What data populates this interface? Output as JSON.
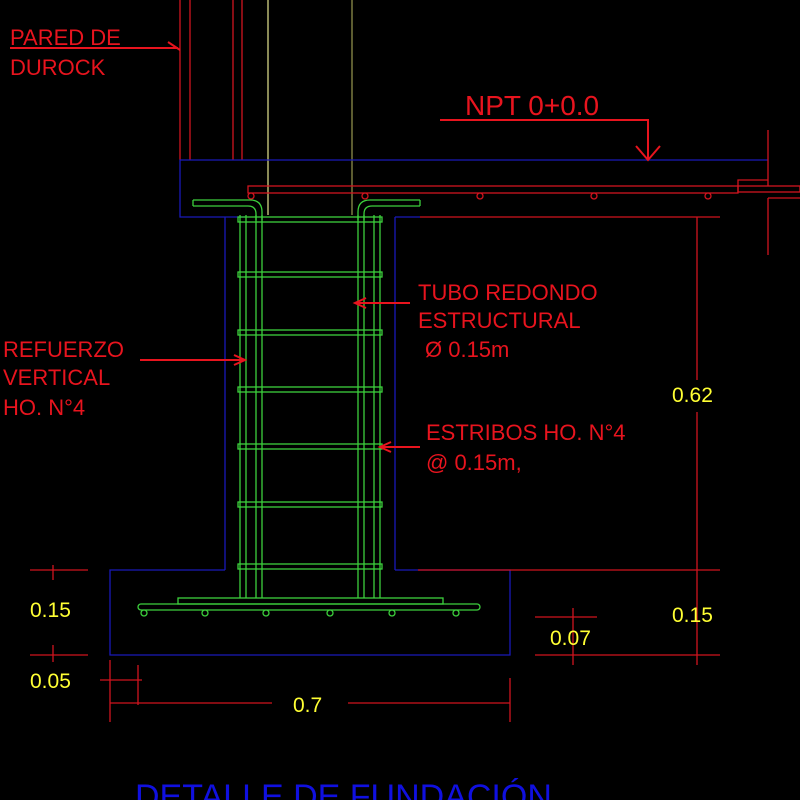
{
  "labels": {
    "wall_line1": "PARED DE",
    "wall_line2": "DUROCK",
    "level": "NPT 0+0.0",
    "tube_line1": "TUBO REDONDO",
    "tube_line2": "ESTRUCTURAL",
    "tube_line3": "Ø 0.15m",
    "rebar_line1": "REFUERZO",
    "rebar_line2": "VERTICAL",
    "rebar_line3": "HO.  N°4",
    "stirrups_line1": "ESTRIBOS HO. N°4",
    "stirrups_line2": "@ 0.15m,"
  },
  "dimensions": {
    "column_height": "0.62",
    "footing_height_left": "0.15",
    "footing_height_right": "0.15",
    "lean_layer": "0.05",
    "cover": "0.07",
    "footing_width": "0.7"
  },
  "title": "DETALLE DE FUNDACIÓN",
  "colors": {
    "annotation": "#e8141e",
    "dimension_text": "#ffff33",
    "concrete_outline": "#1a1ab8",
    "rebar": "#3ccf3c",
    "title": "#1010e0"
  }
}
